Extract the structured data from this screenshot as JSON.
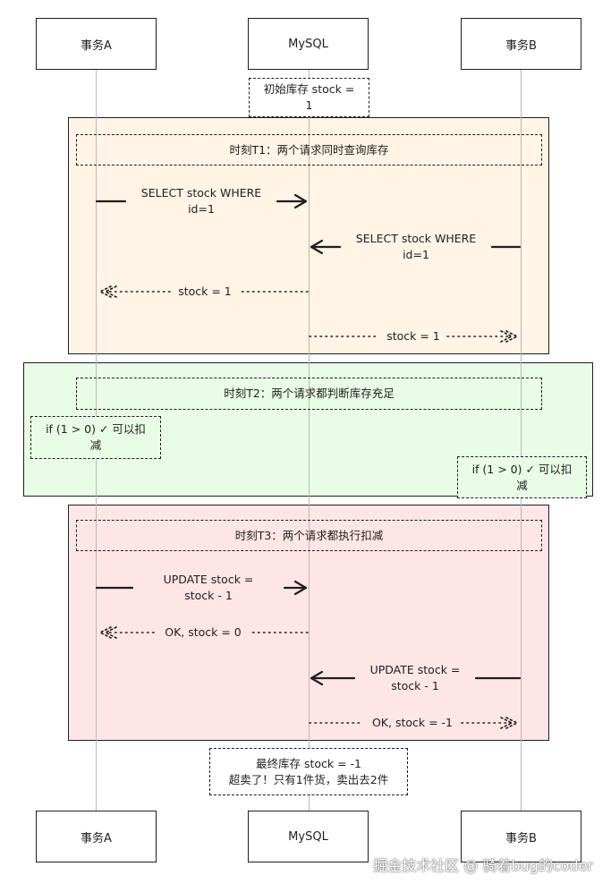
{
  "participants": {
    "a": "事务A",
    "m": "MySQL",
    "b": "事务B"
  },
  "init_note": {
    "line1": "初始库存 stock =",
    "line2": "1"
  },
  "t1": {
    "title": "时刻T1：两个请求同时查询库存",
    "msg_a_to_m": {
      "line1": "SELECT stock WHERE",
      "line2": "id=1"
    },
    "msg_b_to_m": {
      "line1": "SELECT stock WHERE",
      "line2": "id=1"
    },
    "reply_to_a": "stock = 1",
    "reply_to_b": "stock = 1"
  },
  "t2": {
    "title": "时刻T2：两个请求都判断库存充足",
    "note_a": {
      "line1": "if (1 > 0) ✓ 可以扣",
      "line2": "减"
    },
    "note_b": {
      "line1": "if (1 > 0) ✓ 可以扣",
      "line2": "减"
    }
  },
  "t3": {
    "title": "时刻T3：两个请求都执行扣减",
    "msg_a_to_m": {
      "line1": "UPDATE stock =",
      "line2": "stock - 1"
    },
    "reply_to_a": "OK, stock = 0",
    "msg_b_to_m": {
      "line1": "UPDATE stock =",
      "line2": "stock - 1"
    },
    "reply_to_b": "OK, stock = -1"
  },
  "final_note": {
    "line1": "最终库存 stock = -1",
    "line2": "超卖了！只有1件货，卖出去2件"
  },
  "watermark": "掘金技术社区 @ 骑着bug的coder",
  "colors": {
    "t1_bg": "#fff4e5",
    "t2_bg": "#e9fde6",
    "t3_bg": "#ffe6e6",
    "stroke": "#1e1e1e",
    "lifeline": "#b8b8b8"
  }
}
